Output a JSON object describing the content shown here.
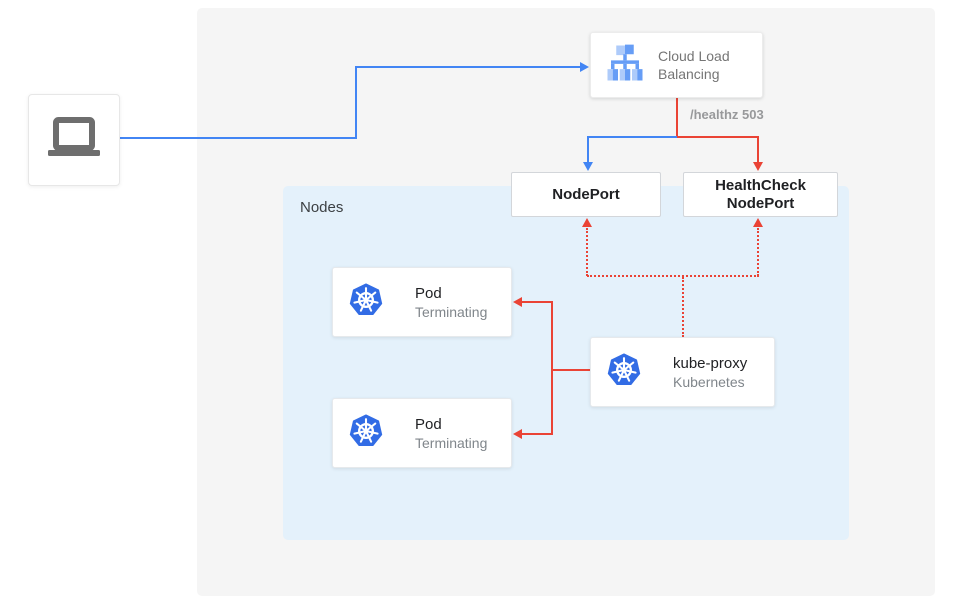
{
  "colors": {
    "traffic_blue": "#4285f4",
    "health_red": "#ea4335",
    "kubernetes_blue": "#326ce5",
    "nodes_panel_bg": "#e4f1fb"
  },
  "client": {
    "icon": "laptop-icon"
  },
  "load_balancer": {
    "icon": "cloud-load-balancing-icon",
    "label": "Cloud Load Balancing"
  },
  "healthz_badge": "/healthz 503",
  "nodeport": {
    "label": "NodePort"
  },
  "healthcheck_nodeport": {
    "label": "HealthCheck NodePort"
  },
  "nodes_group": {
    "label": "Nodes"
  },
  "pods": [
    {
      "icon": "kubernetes-icon",
      "title": "Pod",
      "status": "Terminating"
    },
    {
      "icon": "kubernetes-icon",
      "title": "Pod",
      "status": "Terminating"
    }
  ],
  "kube_proxy": {
    "icon": "kubernetes-icon",
    "title": "kube-proxy",
    "subtitle": "Kubernetes"
  }
}
